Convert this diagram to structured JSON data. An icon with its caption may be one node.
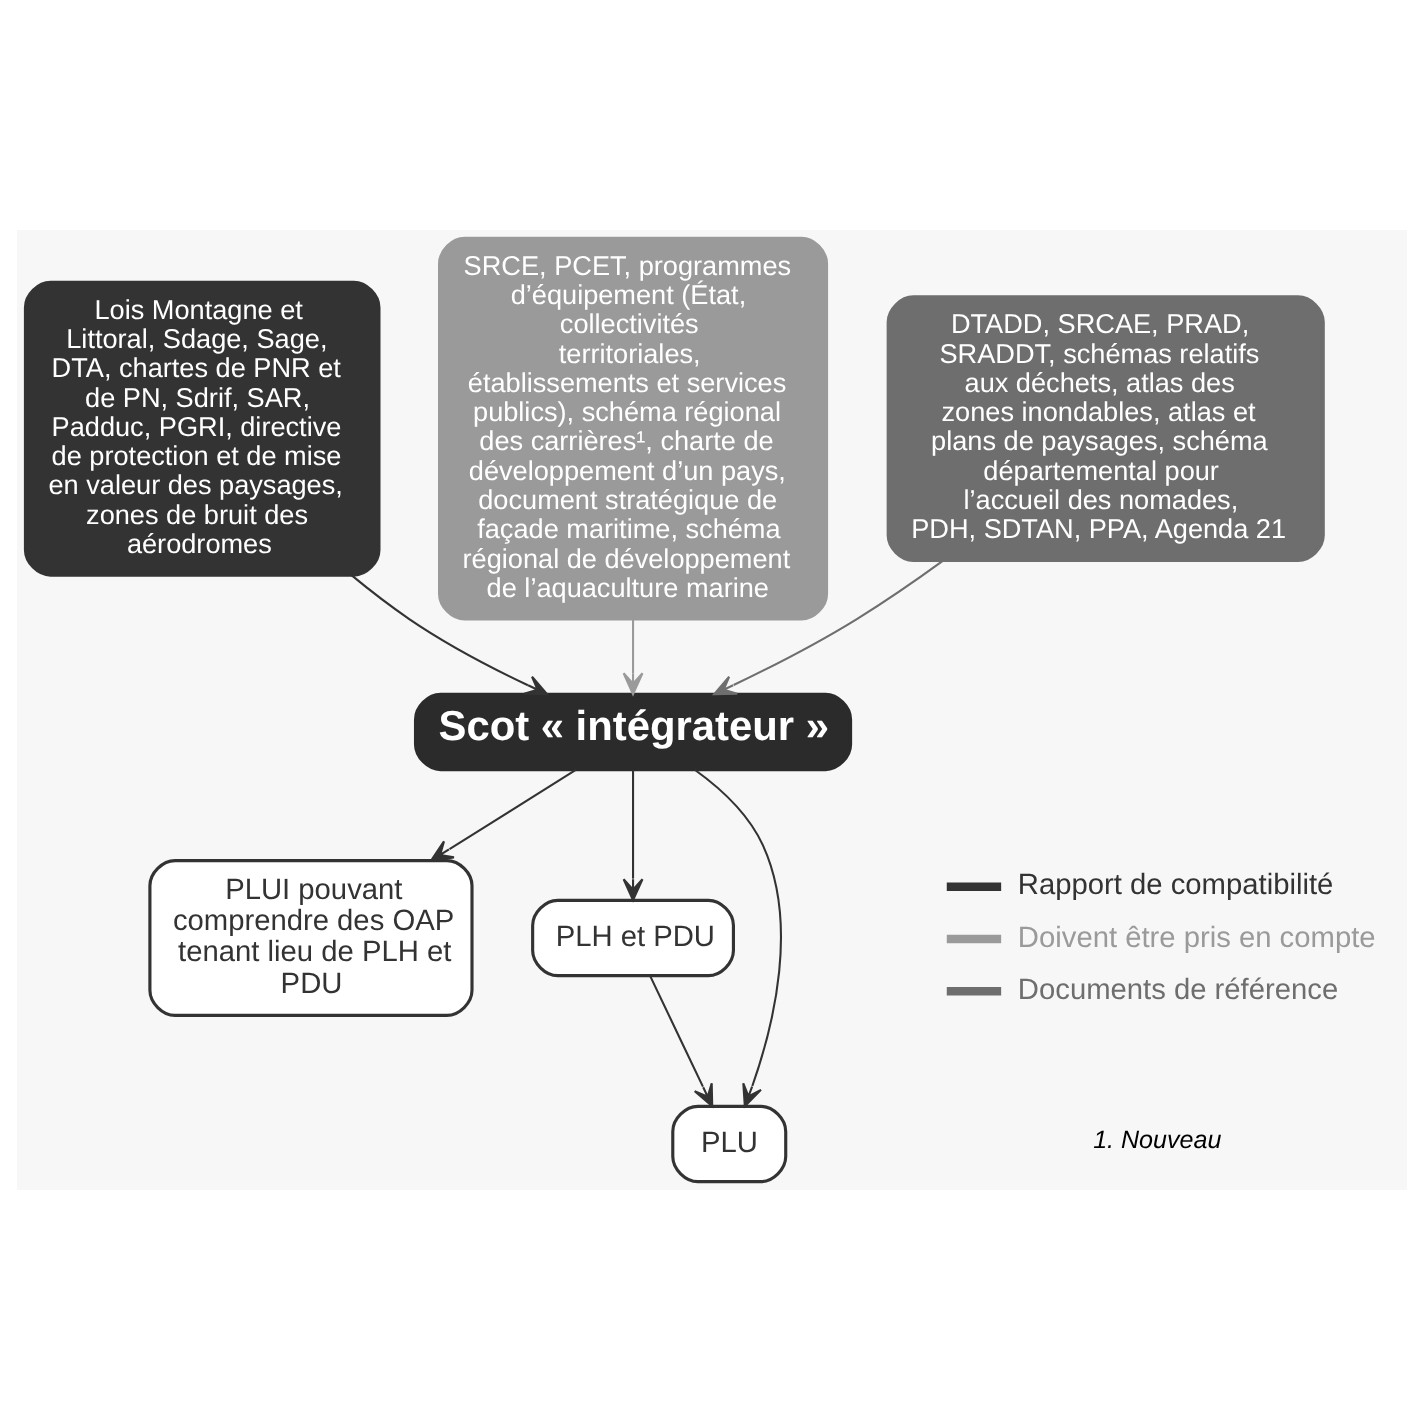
{
  "diagram": {
    "nodes": [
      {
        "text": [
          "Lois Montagne et Littoral, Sdage, Sage, DTA, chartes de PNR et de PN, Sdrif, SAR, Padduc, PGRI, directive de protection et de mise en valeur des paysages, zones de bruit des aérodromes"
        ]
      },
      {
        "text": [
          "SRCE, PCET, programmes d’équipement (État, collectivités territoriales, établissements et services publics), schéma régional des carrières¹, charte de développement d’un pays, document stratégique de façade maritime, schéma régional de développement de l’aquaculture marine"
        ]
      },
      {
        "text": [
          "DTADD, SRCAE, PRAD, SRADDT, schémas relatifs aux déchets, atlas des zones inondables, atlas et plans de paysages, schéma départemental pour l’accueil des nomades, PDH, SDTAN, PPA, Agenda 21"
        ]
      },
      {
        "text": [
          "Scot « intégrateur »"
        ]
      },
      {
        "text": [
          "PLH et PDU"
        ]
      },
      {
        "text": [
          "PLU"
        ]
      },
      {
        "text": [
          "PLUI pouvant comprendre des OAP tenant lieu de PLH et PDU"
        ]
      }
    ],
    "edges": [
      {
        "from": 0,
        "to": 3,
        "arrow": "to"
      },
      {
        "from": 1,
        "to": 3,
        "arrow": "to",
        "color": "#9a9a9a"
      },
      {
        "from": 2,
        "to": 3,
        "arrow": "to",
        "color": "#6e6e6e"
      },
      {
        "from": 3,
        "to": 4,
        "arrow": "to"
      },
      {
        "from": 4,
        "to": 5,
        "arrow": "to"
      },
      {
        "from": 3,
        "to": 5,
        "arrow": "to"
      },
      {
        "from": 3,
        "to": 6,
        "arrow": "to"
      }
    ],
    "labels": [
      "1. Nouveau"
    ],
    "legend": [
      {
        "text": "Rapport de compatibilité",
        "color": "#333333"
      },
      {
        "text": "Doivent être pris en compte",
        "color": "#9a9a9a"
      },
      {
        "text": "Documents de référence",
        "color": "#6e6e6e"
      }
    ]
  }
}
